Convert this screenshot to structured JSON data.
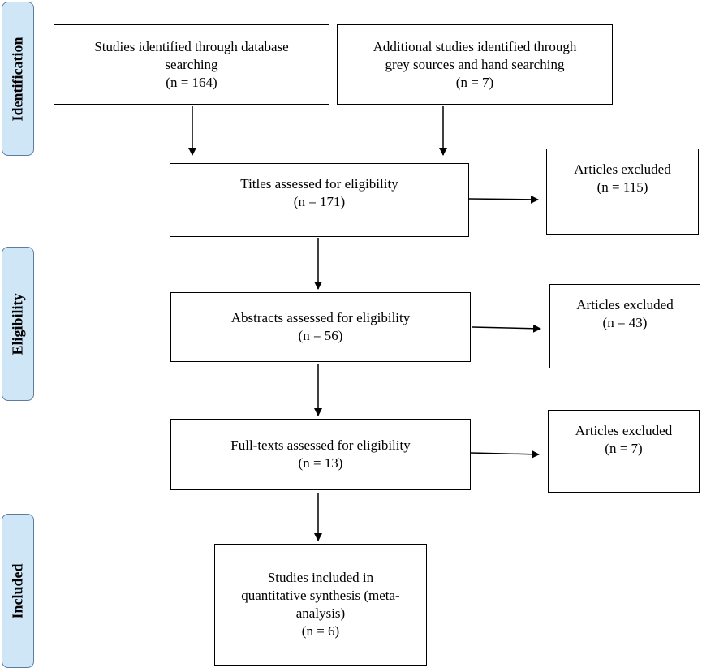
{
  "stages": {
    "identification": "Identification",
    "eligibility": "Eligibility",
    "included": "Included"
  },
  "boxes": {
    "database_search": {
      "lines": [
        "Studies identified through database",
        "searching",
        "(n = 164)"
      ]
    },
    "grey_sources": {
      "lines": [
        "Additional studies identified through",
        "grey sources and hand searching",
        "(n = 7)"
      ]
    },
    "titles_assessed": {
      "lines": [
        "Titles assessed for eligibility",
        "(n = 171)"
      ]
    },
    "titles_excluded": {
      "lines": [
        "Articles excluded",
        "(n =  115)"
      ]
    },
    "abstracts_assessed": {
      "lines": [
        "Abstracts assessed for eligibility",
        "(n = 56)"
      ]
    },
    "abstracts_excluded": {
      "lines": [
        "Articles excluded",
        "(n =  43)"
      ]
    },
    "fulltexts_assessed": {
      "lines": [
        "Full-texts assessed for eligibility",
        "(n = 13)"
      ]
    },
    "fulltexts_excluded": {
      "lines": [
        "Articles excluded",
        "(n =  7)"
      ]
    },
    "included_studies": {
      "lines": [
        "Studies included in",
        "quantitative synthesis (meta-",
        "analysis)",
        "(n = 6)"
      ]
    }
  },
  "colors": {
    "stage_fill": "#cfe6f7",
    "stage_border": "#5a7da0",
    "line": "#000000"
  }
}
